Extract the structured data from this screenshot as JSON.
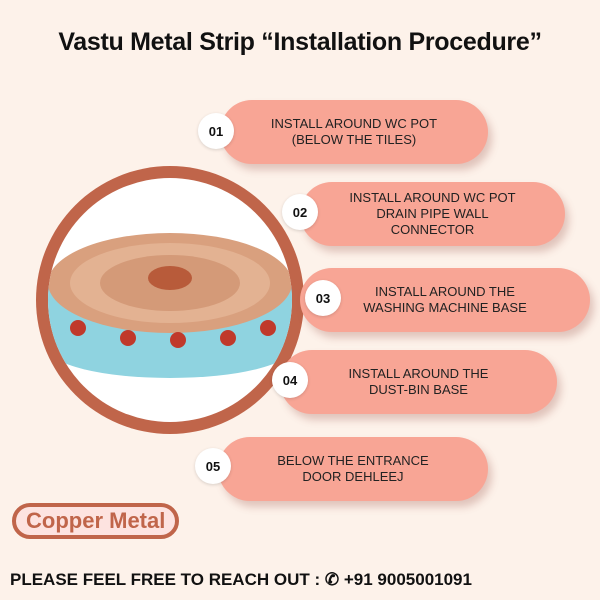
{
  "title": "Vastu Metal Strip “Installation Procedure”",
  "steps": [
    {
      "num": "01",
      "lines": [
        "INSTALL AROUND WC POT",
        "(BELOW THE TILES)"
      ]
    },
    {
      "num": "02",
      "lines": [
        "INSTALL AROUND WC POT",
        "DRAIN PIPE WALL",
        "CONNECTOR"
      ]
    },
    {
      "num": "03",
      "lines": [
        "INSTALL AROUND THE",
        "WASHING MACHINE BASE"
      ]
    },
    {
      "num": "04",
      "lines": [
        "INSTALL AROUND THE",
        "DUST-BIN BASE"
      ]
    },
    {
      "num": "05",
      "lines": [
        "BELOW THE ENTRANCE",
        "DOOR DEHLEEJ"
      ]
    }
  ],
  "badge_label": "Copper Metal",
  "footer": {
    "text": "PLEASE FEEL FREE TO REACH OUT :",
    "icon": "phone-icon",
    "phone": "+91 9005001091"
  },
  "colors": {
    "pill": "#f8a595",
    "copper": "#c0654a",
    "background": "#fdf2ea"
  }
}
